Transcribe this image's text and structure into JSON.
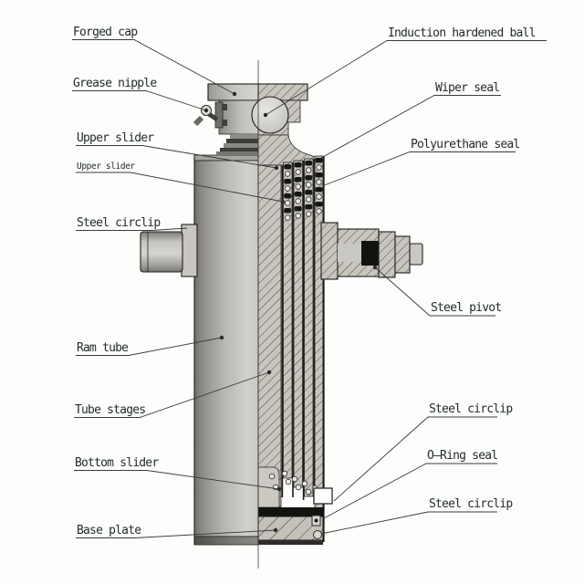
{
  "figure": {
    "type": "technical-diagram",
    "subject": "Telescopic hydraulic cylinder half-section drawing"
  },
  "labels": {
    "left": [
      {
        "text": "Forged cap"
      },
      {
        "text": "Grease nipple"
      },
      {
        "text": "Upper slider"
      },
      {
        "text": "Upper slider"
      },
      {
        "text": "Steel circlip"
      },
      {
        "text": "Ram tube"
      },
      {
        "text": "Tube stages"
      },
      {
        "text": "Bottom slider"
      },
      {
        "text": "Base plate"
      }
    ],
    "right": [
      {
        "text": "Induction hardened ball"
      },
      {
        "text": "Wiper seal"
      },
      {
        "text": "Polyurethane seal"
      },
      {
        "text": "Steel pivot"
      },
      {
        "text": "Steel circlip"
      },
      {
        "text": "O—Ring seal"
      },
      {
        "text": "Steel circlip"
      }
    ]
  },
  "colors": {
    "background": "#fdfdfb",
    "outline": "#1f1e1c",
    "leader_line": "#3b3a38",
    "label_text": "#1e2a2a",
    "body_gray": "#a9a7a2",
    "section_fill": "#c8c5bf",
    "hatch_line": "#4a4844",
    "seal_black": "#161614",
    "band_black": "#121210"
  }
}
